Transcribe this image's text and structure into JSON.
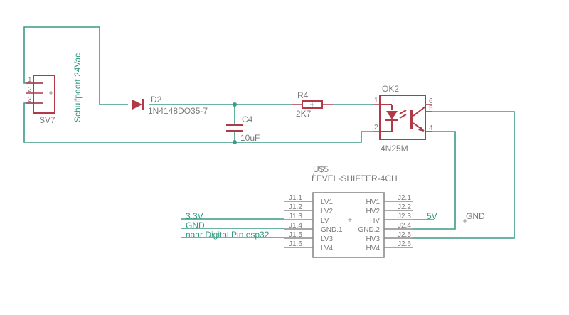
{
  "connector": {
    "ref": "SV7",
    "name": "Schuifpoort 24Vac",
    "pins": [
      "1",
      "2",
      "3"
    ]
  },
  "diode": {
    "ref": "D2",
    "value": "1N4148DO35-7"
  },
  "capacitor": {
    "ref": "C4",
    "value": "10uF"
  },
  "resistor": {
    "ref": "R4",
    "value": "2K7"
  },
  "optocoupler": {
    "ref": "OK2",
    "value": "4N25M",
    "pins": [
      "1",
      "2",
      "6",
      "5",
      "4"
    ]
  },
  "level_shifter": {
    "ref": "U$5",
    "value": "LEVEL-SHIFTER-4CH",
    "left_pins": [
      "J1.1",
      "J1.2",
      "J1.3",
      "J1.4",
      "J1.5",
      "J1.6"
    ],
    "left_names": [
      "LV1",
      "LV2",
      "LV",
      "GND.1",
      "LV3",
      "LV4"
    ],
    "right_pins": [
      "J2.1",
      "J2.2",
      "J2.3",
      "J2.4",
      "J2.5",
      "J2.6"
    ],
    "right_names": [
      "HV1",
      "HV2",
      "HV",
      "GND.2",
      "HV3",
      "HV4"
    ]
  },
  "nets": {
    "v33": "3.3V",
    "gnd_left": "GND",
    "digital": "naar Digital Pin esp32",
    "v5": "5V",
    "gnd_right": "GND"
  },
  "colors": {
    "wire": "#3c9a86",
    "part": "#b23a48",
    "ic": "#8a8a8a",
    "label": "#7a7a7a"
  }
}
